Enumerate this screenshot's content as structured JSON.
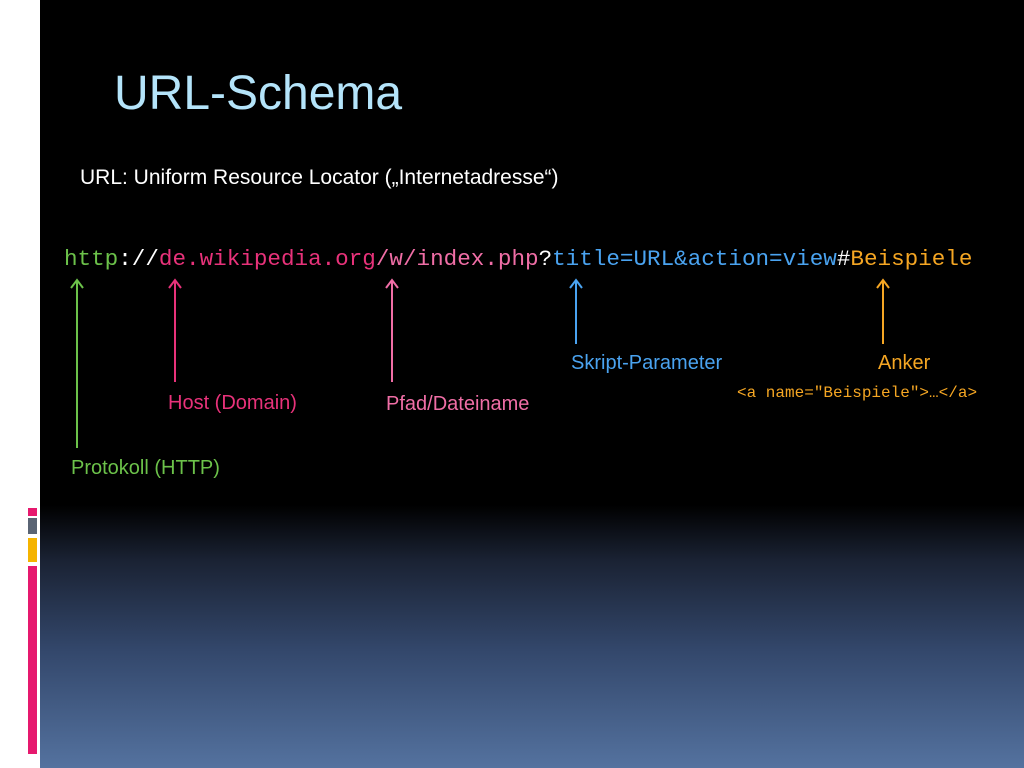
{
  "slide": {
    "title": "URL-Schema",
    "subtitle": "URL: Uniform Resource Locator („Internetadresse“)"
  },
  "url_parts": {
    "protocol": "http",
    "sep1": "://",
    "host": "de.wikipedia.org",
    "path": "/w/index.php",
    "sep2": "?",
    "params": "title=URL&action=view",
    "sep3": "#",
    "anchor": "Beispiele"
  },
  "labels": {
    "protocol": "Protokoll (HTTP)",
    "host": "Host (Domain)",
    "path": "Pfad/Dateiname",
    "params": "Skript-Parameter",
    "anchor": "Anker",
    "anchor_code": "<a name=\"Beispiele\">…</a>"
  },
  "colors": {
    "title": "#b4e4fa",
    "protocol": "#6cc24a",
    "host": "#e8327a",
    "path": "#f06ea6",
    "params": "#4aa3f0",
    "anchor": "#f5a623",
    "separator": "#ffffff",
    "accent_pink": "#e6196e",
    "accent_gray": "#5a6474",
    "accent_yellow": "#f5b400"
  }
}
